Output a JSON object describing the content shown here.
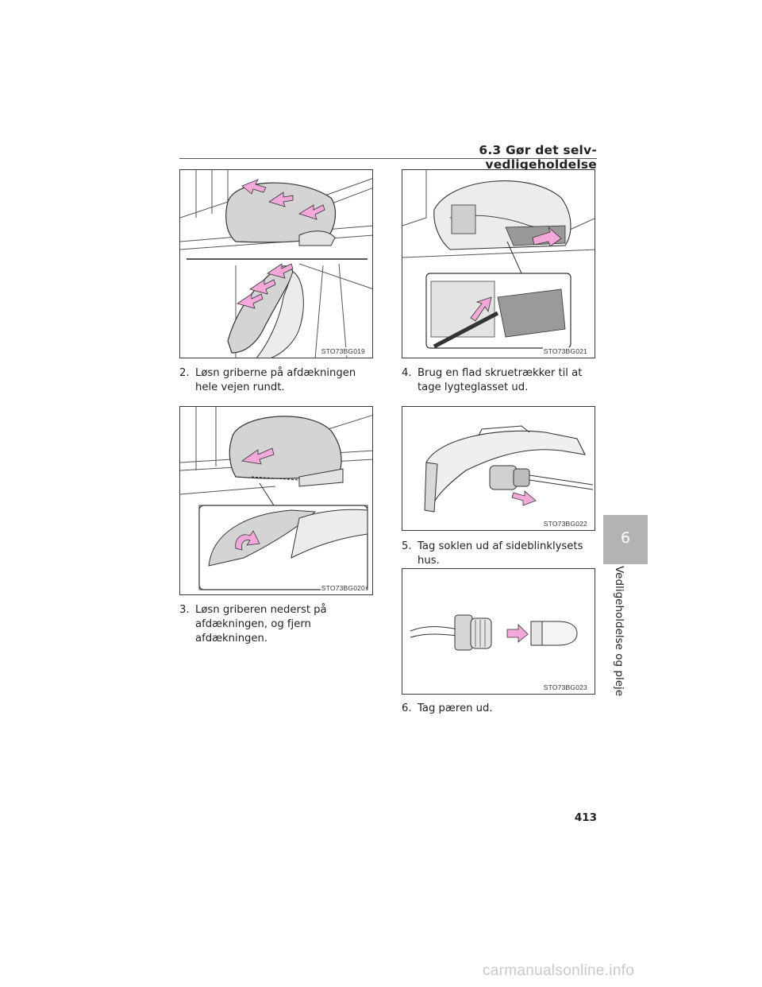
{
  "header": {
    "section_title": "6.3  Gør det selv-vedligeholdelse"
  },
  "figures": [
    {
      "code": "STO73BG019"
    },
    {
      "code": "STO73BG020"
    },
    {
      "code": "STO73BG021"
    },
    {
      "code": "STO73BG022"
    },
    {
      "code": "STO73BG023"
    }
  ],
  "steps": [
    {
      "number": "2.",
      "text": "Løsn griberne på afdækningen hele vejen rundt."
    },
    {
      "number": "3.",
      "text": "Løsn griberen nederst på afdækningen, og fjern afdækningen."
    },
    {
      "number": "4.",
      "text": "Brug en flad skruetrækker til at tage lygteglasset ud."
    },
    {
      "number": "5.",
      "text": "Tag soklen ud af sideblinklysets hus."
    },
    {
      "number": "6.",
      "text": "Tag pæren ud."
    }
  ],
  "side_tab": {
    "chapter_number": "6",
    "chapter_label": "Vedligeholdelse og pleje"
  },
  "page_number": "413",
  "watermark": "carmanualsonline.info",
  "colors": {
    "arrow_pink": "#f2a8d8",
    "tab_gray": "#b3b3b3",
    "mirror_gray": "#d4d4d4"
  }
}
